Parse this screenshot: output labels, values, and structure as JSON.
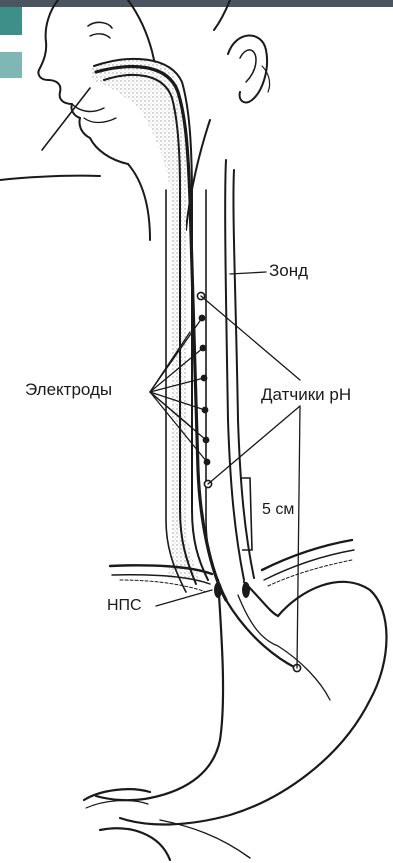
{
  "colors": {
    "ink": "#1a1a1a",
    "header_bar": "#4a5560",
    "accent_dark": "#3e8e8a",
    "accent_light": "#7fb7b4",
    "shading": "#c9c9c9"
  },
  "labels": {
    "probe": "Зонд",
    "electrodes": "Электроды",
    "ph_sensors": "Датчики pH",
    "distance": "5 см",
    "les": "НПС"
  },
  "electrode_count": 6,
  "ph_sensor_count": 3
}
